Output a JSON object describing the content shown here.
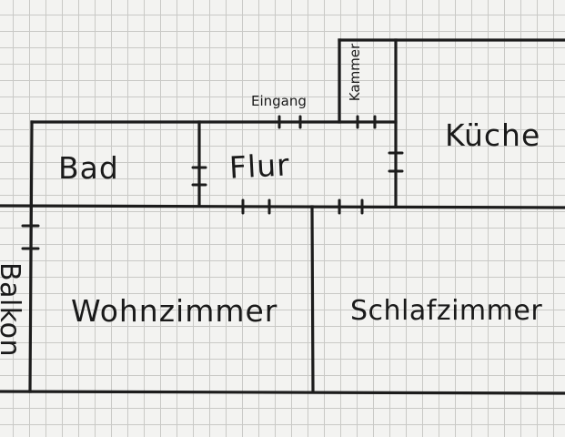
{
  "rooms": {
    "bad": "Bad",
    "flur": "Flur",
    "kueche": "Küche",
    "wohnzimmer": "Wohnzimmer",
    "schlafzimmer": "Schlafzimmer",
    "eingang": "Eingang",
    "kammer": "Kammer",
    "balkon": "Balkon"
  },
  "colors": {
    "ink": "#1c1c1c",
    "paper": "#f3f3f1",
    "grid": "#c9c9c6"
  }
}
